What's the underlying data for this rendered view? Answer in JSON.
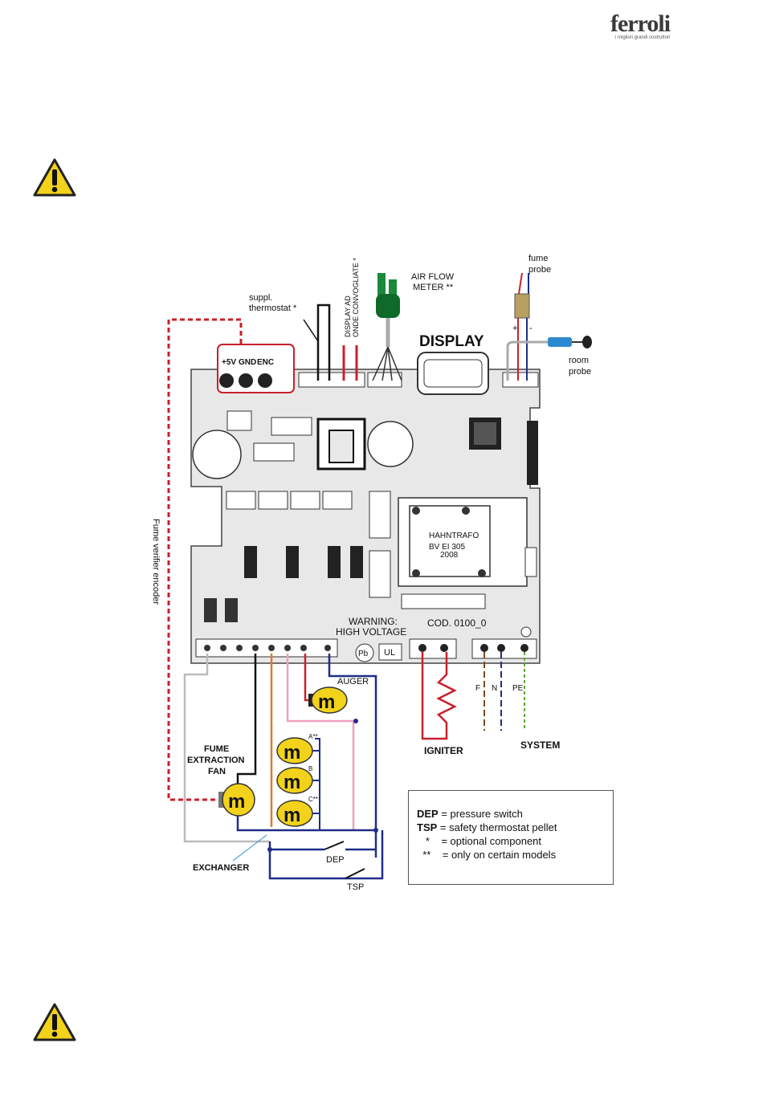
{
  "brand": {
    "name": "ferroli",
    "tagline": "i migliori grandi costruttori",
    "color": "#3a3a3a"
  },
  "colors": {
    "board": "#e6e6e6",
    "red": "#c8202c",
    "blue": "#1f2d8a",
    "orange": "#e07a2a",
    "pink": "#f0a0c0",
    "brown": "#7a4a20",
    "green": "#5aaa30",
    "motor": "#f2d21a"
  },
  "icons": [
    "warning-icon",
    "motor-icon",
    "display-connector-icon"
  ],
  "labels": {
    "fume_probe": "fume\nprobe",
    "air_flow_meter": "AIR FLOW\nMETER **",
    "suppl_thermostat": "suppl.\nthermostat *",
    "display_ad": "DISPLAY AD\nONDE CONVOGLIATE *",
    "display": "DISPLAY",
    "room_probe": "room\nprobe",
    "power_label_5v": "+5V",
    "power_label_gnd": "GND",
    "power_label_enc": "ENC",
    "fume_verifier_encoder": "Fume verifier encoder",
    "hahntrafo": "HAHNTRAFO",
    "bv_ei": "BV  EI  305",
    "year": "2008",
    "warning_hv": "WARNING:",
    "high_voltage": "HIGH  VOLTAGE",
    "cod": "COD.  0100_0",
    "ul": "UL",
    "pb": "Pb",
    "auger": "AUGER",
    "fume_extraction_fan": "FUME\nEXTRACTION\nFAN",
    "exchanger": "EXCHANGER",
    "dep": "DEP",
    "tsp": "TSP",
    "igniter": "IGNITER",
    "system": "SYSTEM",
    "f": "F",
    "n": "N",
    "pe": "PE",
    "motor_a": "A**",
    "motor_b": "B",
    "motor_c": "C**",
    "plus": "+",
    "minus": "-"
  },
  "legend": {
    "rows": [
      {
        "key": "DEP",
        "text": " = pressure switch"
      },
      {
        "key": "TSP",
        "text": " = safety thermostat pellet"
      },
      {
        "key": "   *",
        "text": "    = optional component"
      },
      {
        "key": "  **",
        "text": "    = only on certain models"
      }
    ]
  }
}
